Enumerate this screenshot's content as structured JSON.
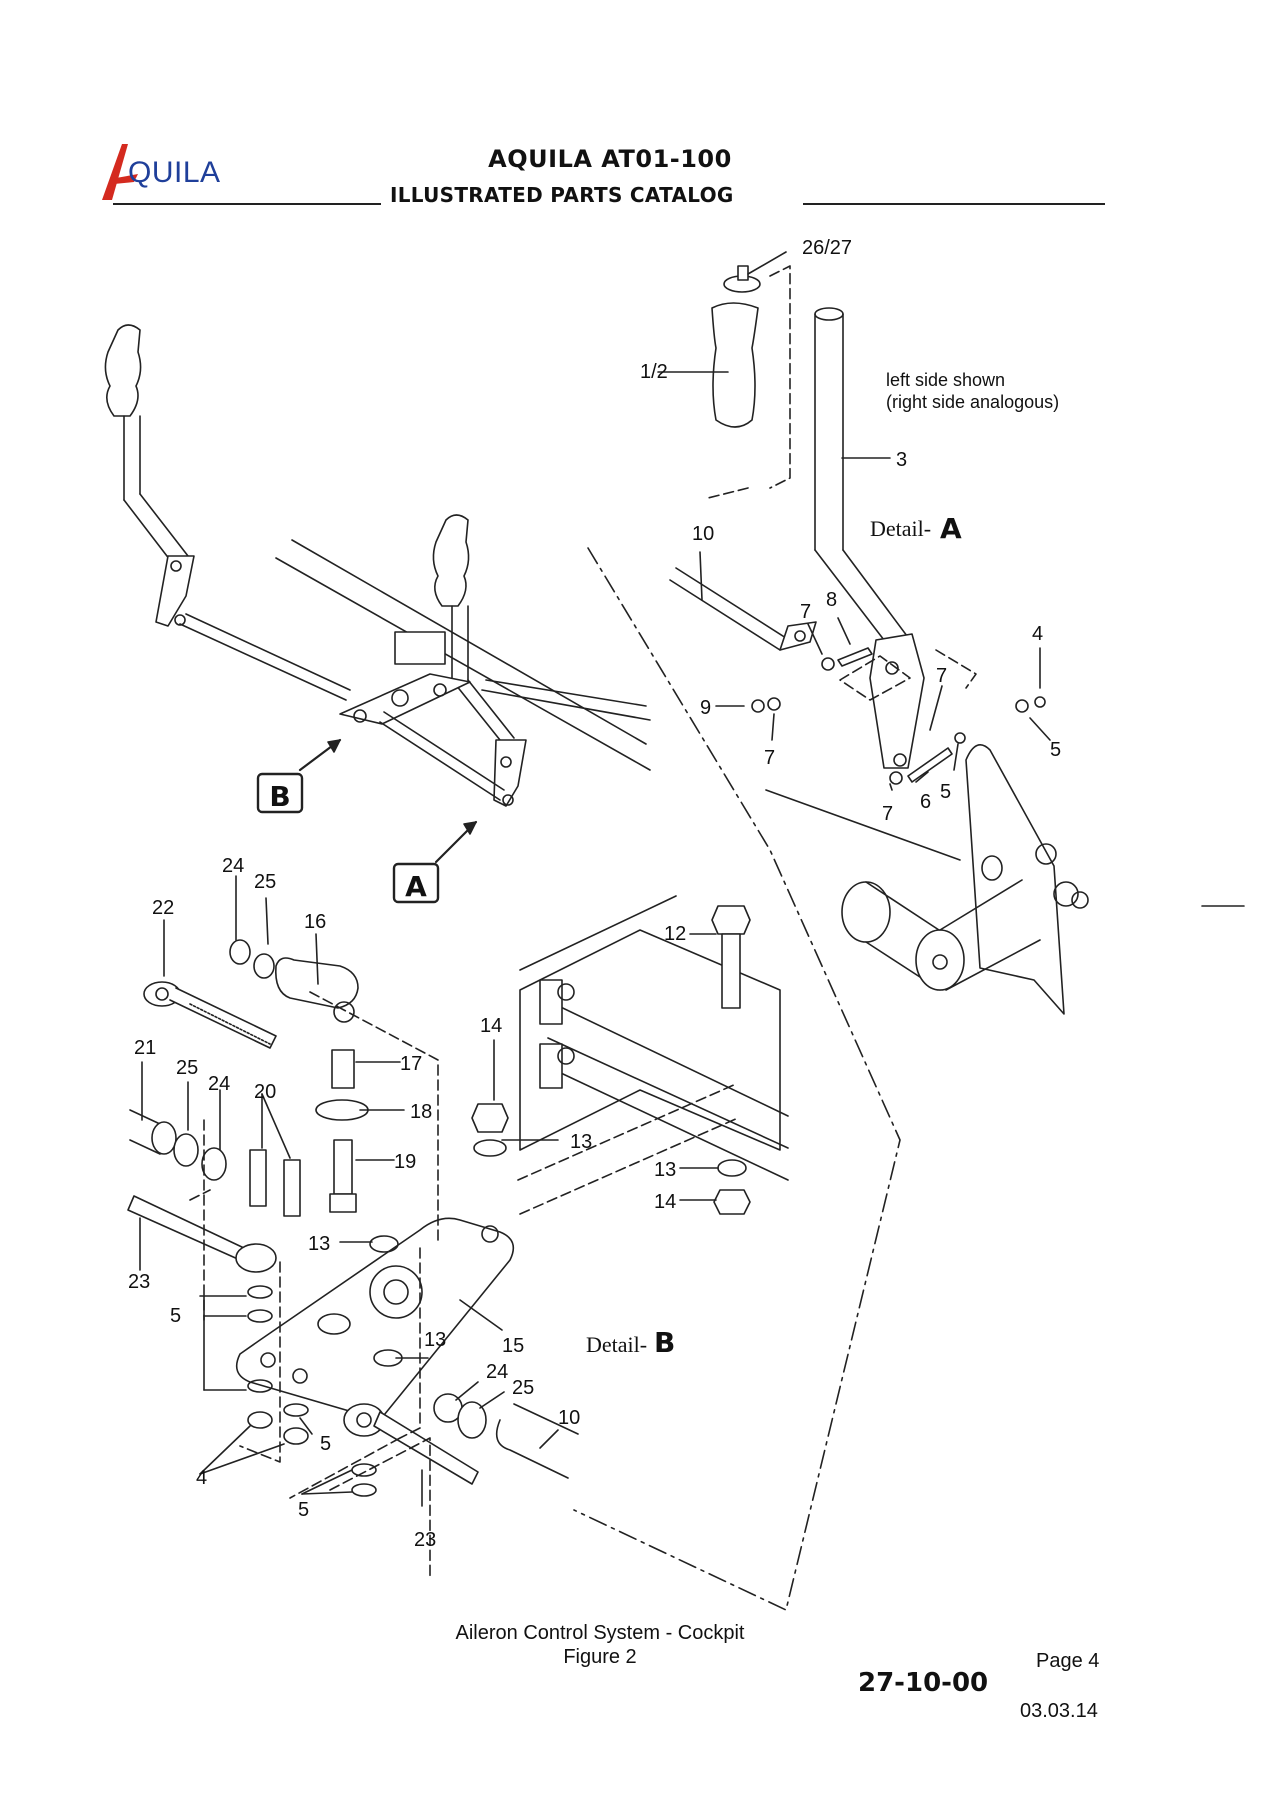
{
  "header": {
    "logo_text": "QUILA",
    "logo_mark": "A",
    "title": "AQUILA AT01-100",
    "subtitle": "ILLUSTRATED PARTS CATALOG"
  },
  "drawing": {
    "callouts": {
      "c26_27": "26/27",
      "c1_2": "1/2",
      "c3": "3",
      "c10a": "10",
      "c7a": "7",
      "c8": "8",
      "c4a": "4",
      "c7b": "7",
      "c9": "9",
      "c7c": "7",
      "c5a": "5",
      "c7d": "7",
      "c6": "6",
      "c5b": "5",
      "c24a": "24",
      "c25a": "25",
      "c22": "22",
      "c16": "16",
      "c12": "12",
      "c21": "21",
      "c25b": "25",
      "c24b": "24",
      "c20": "20",
      "c17": "17",
      "c14a": "14",
      "c18": "18",
      "c13a": "13",
      "c19": "19",
      "c13b": "13",
      "c14b": "14",
      "c23a": "23",
      "c13c": "13",
      "c5c": "5",
      "c13d": "13",
      "c15": "15",
      "c24c": "24",
      "c25c": "25",
      "c10b": "10",
      "c5d": "5",
      "c4b": "4",
      "c5e": "5",
      "c23b": "23"
    },
    "note_line1": "left side shown",
    "note_line2": "(right side analogous)",
    "detail_a_label": "Detail-",
    "detail_a_letter": "A",
    "detail_b_label": "Detail-",
    "detail_b_letter": "B",
    "view_a": "A",
    "view_b": "B"
  },
  "footer": {
    "caption": "Aileron Control System - Cockpit",
    "figure": "Figure 2",
    "page": "Page 4",
    "code": "27-10-00",
    "date": "03.03.14"
  }
}
